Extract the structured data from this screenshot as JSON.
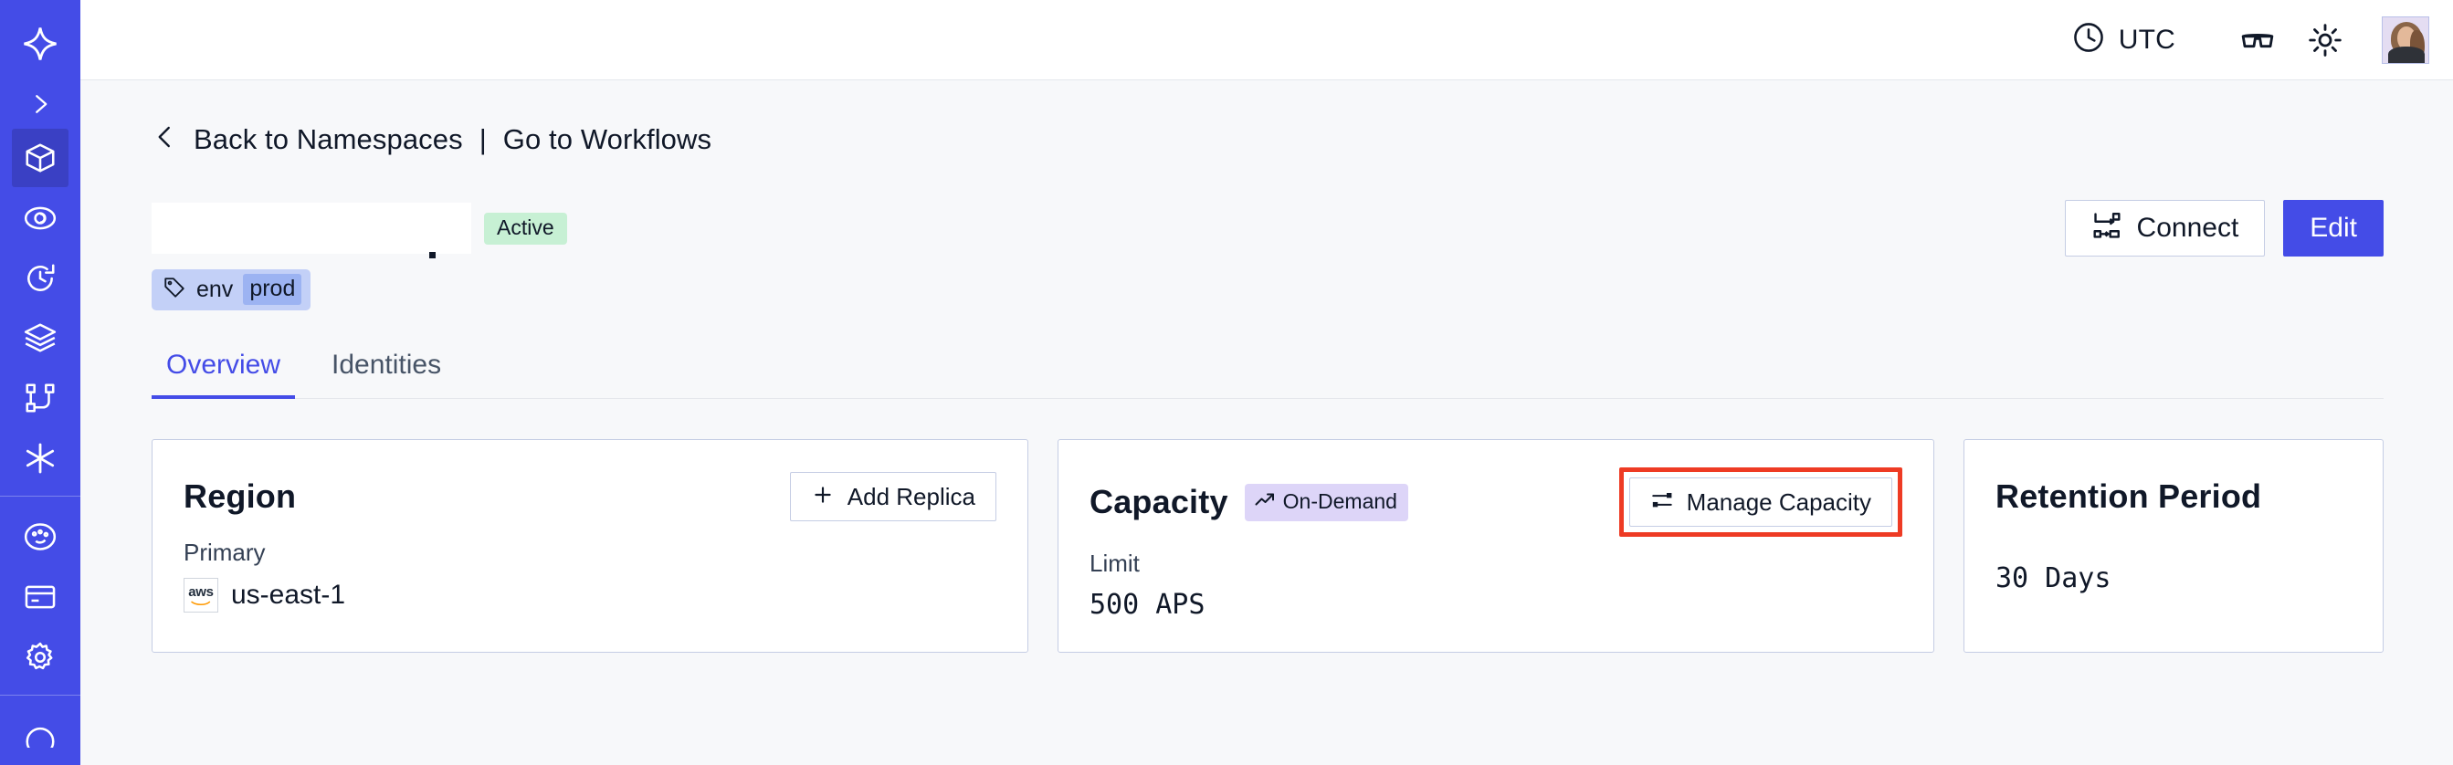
{
  "sidebar": {
    "logo_icon": "temporal-logo-icon",
    "expand_icon": "chevron-right-icon",
    "items": [
      {
        "icon": "cube-icon",
        "name": "namespaces",
        "active": true
      },
      {
        "icon": "eye-icon",
        "name": "observability",
        "active": false
      },
      {
        "icon": "history-clock-icon",
        "name": "history",
        "active": false
      },
      {
        "icon": "layers-icon",
        "name": "layers",
        "active": false
      },
      {
        "icon": "workflow-branch-icon",
        "name": "workflows",
        "active": false
      },
      {
        "icon": "asterisk-icon",
        "name": "integrations",
        "active": false
      }
    ],
    "items_lower": [
      {
        "icon": "palette-icon",
        "name": "usage",
        "active": false
      },
      {
        "icon": "credit-card-icon",
        "name": "billing",
        "active": false
      },
      {
        "icon": "gear-icon",
        "name": "settings",
        "active": false
      }
    ]
  },
  "topbar": {
    "timezone_icon": "clock-icon",
    "timezone": "UTC",
    "glasses_icon": "glasses-icon",
    "theme_icon": "sun-icon",
    "avatar_icon": "avatar"
  },
  "breadcrumb": {
    "back_icon": "chevron-left-icon",
    "back_label": "Back to Namespaces",
    "separator": "|",
    "forward_label": "Go to Workflows"
  },
  "header": {
    "title": "",
    "status_badge": "Active",
    "connect_label": "Connect",
    "connect_icon": "connect-flow-icon",
    "edit_label": "Edit"
  },
  "tags": [
    {
      "icon": "tag-icon",
      "key": "env",
      "value": "prod"
    }
  ],
  "tabs": [
    {
      "label": "Overview",
      "active": true
    },
    {
      "label": "Identities",
      "active": false
    }
  ],
  "cards": {
    "region": {
      "title": "Region",
      "action_label": "Add Replica",
      "action_icon": "plus-icon",
      "sub_label": "Primary",
      "provider_icon": "aws-logo",
      "provider_text": "aws",
      "value": "us-east-1"
    },
    "capacity": {
      "title": "Capacity",
      "badge_icon": "trending-up-icon",
      "badge_label": "On-Demand",
      "action_label": "Manage Capacity",
      "action_icon": "sliders-icon",
      "action_highlighted": true,
      "sub_label": "Limit",
      "value": "500 APS"
    },
    "retention": {
      "title": "Retention Period",
      "value": "30 Days"
    }
  },
  "colors": {
    "brand": "#444ce7",
    "brand_active": "#3a40c4",
    "page_bg": "#f7f8fa",
    "card_border": "#c5cde4",
    "status_green": "#c7f0d4",
    "badge_purple": "#ddd5f8",
    "tag_blue": "#c3d0f7",
    "tag_value_blue": "#9cb3f2",
    "highlight_red": "#ee3b24"
  }
}
